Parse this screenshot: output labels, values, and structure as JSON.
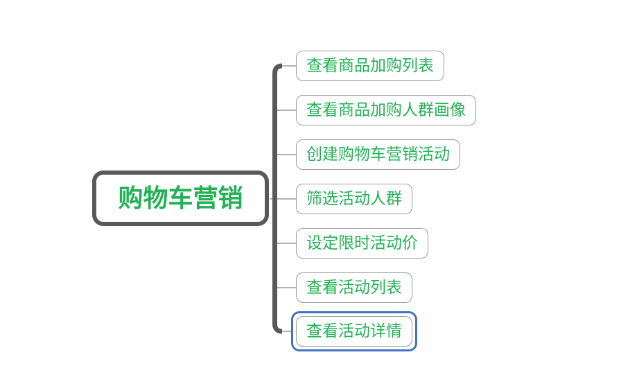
{
  "mindmap": {
    "root": {
      "label": "购物车营销"
    },
    "children": [
      {
        "label": "查看商品加购列表",
        "selected": false
      },
      {
        "label": "查看商品加购人群画像",
        "selected": false
      },
      {
        "label": "创建购物车营销活动",
        "selected": false
      },
      {
        "label": "筛选活动人群",
        "selected": false
      },
      {
        "label": "设定限时活动价",
        "selected": false
      },
      {
        "label": "查看活动列表",
        "selected": false
      },
      {
        "label": "查看活动详情",
        "selected": true
      }
    ]
  },
  "colors": {
    "node_text_green": "#22B255",
    "root_border_gray": "#595959",
    "child_border_gray": "#9E9E9E",
    "connector_gray": "#9A9A9A",
    "trunk_gray": "#595959",
    "selection_blue": "#4472C4",
    "background": "#FFFFFF"
  }
}
